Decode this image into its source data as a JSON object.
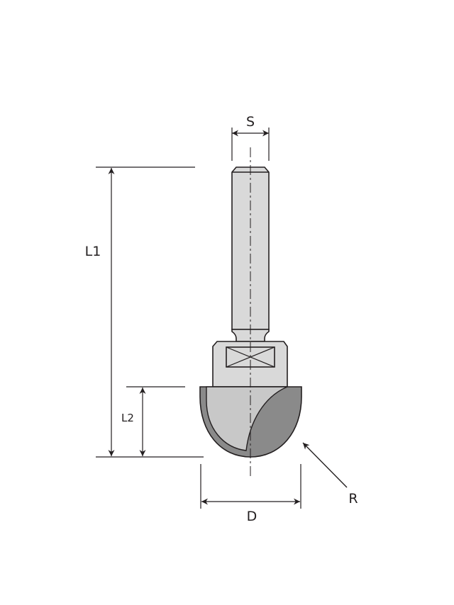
{
  "labels": {
    "shank_diameter": "S",
    "overall_length": "L1",
    "cutting_length": "L2",
    "cutting_diameter": "D",
    "radius": "R"
  },
  "colors": {
    "line": "#231f20",
    "shank_fill": "#d9d9d9",
    "cutter_light": "#c8c8c8",
    "cutter_dark": "#8a8a8a"
  }
}
